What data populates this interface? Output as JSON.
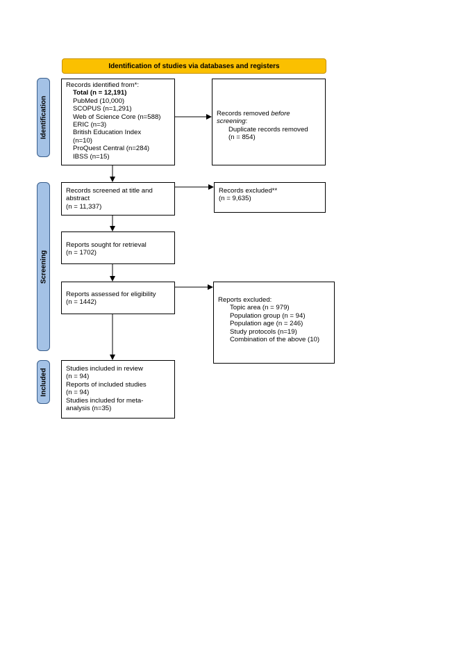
{
  "header": {
    "title": "Identification of studies via databases and registers"
  },
  "phases": {
    "identification": "Identification",
    "screening": "Screening",
    "included": "Included"
  },
  "identified": {
    "title": "Records identified from*:",
    "total": "Total (n = 12,191)",
    "sources": [
      "PubMed (10,000)",
      "SCOPUS (n=1,291)",
      "Web of Science Core (n=588)",
      "ERIC (n=3)",
      "British Education Index",
      "(n=10)",
      "ProQuest Central (n=284)",
      "IBSS (n=15)"
    ]
  },
  "removed": {
    "line1": "Records removed",
    "line1_italic": "before",
    "line2_italic": "screening",
    "line2_suffix": ":",
    "item": "Duplicate records removed",
    "count": "(n = 854)"
  },
  "screened": {
    "line1": "Records screened at title and",
    "line2": "abstract",
    "count": "(n = 11,337)"
  },
  "excluded": {
    "line1": "Records excluded**",
    "count": "(n = 9,635)"
  },
  "sought": {
    "line1": "Reports sought for retrieval",
    "count": "(n = 1702)"
  },
  "assessed": {
    "line1": "Reports assessed for eligibility",
    "count": "(n = 1442)"
  },
  "reports_excluded": {
    "title": "Reports excluded:",
    "items": [
      "Topic area (n = 979)",
      "Population group (n = 94)",
      "Population age (n = 246)",
      "Study protocols (n=19)",
      "Combination of the above (10)"
    ]
  },
  "included": {
    "lines": [
      "Studies included in review",
      "(n = 94)",
      "Reports of included studies",
      "(n = 94)",
      "Studies included for meta-",
      "analysis (n=35)"
    ]
  }
}
